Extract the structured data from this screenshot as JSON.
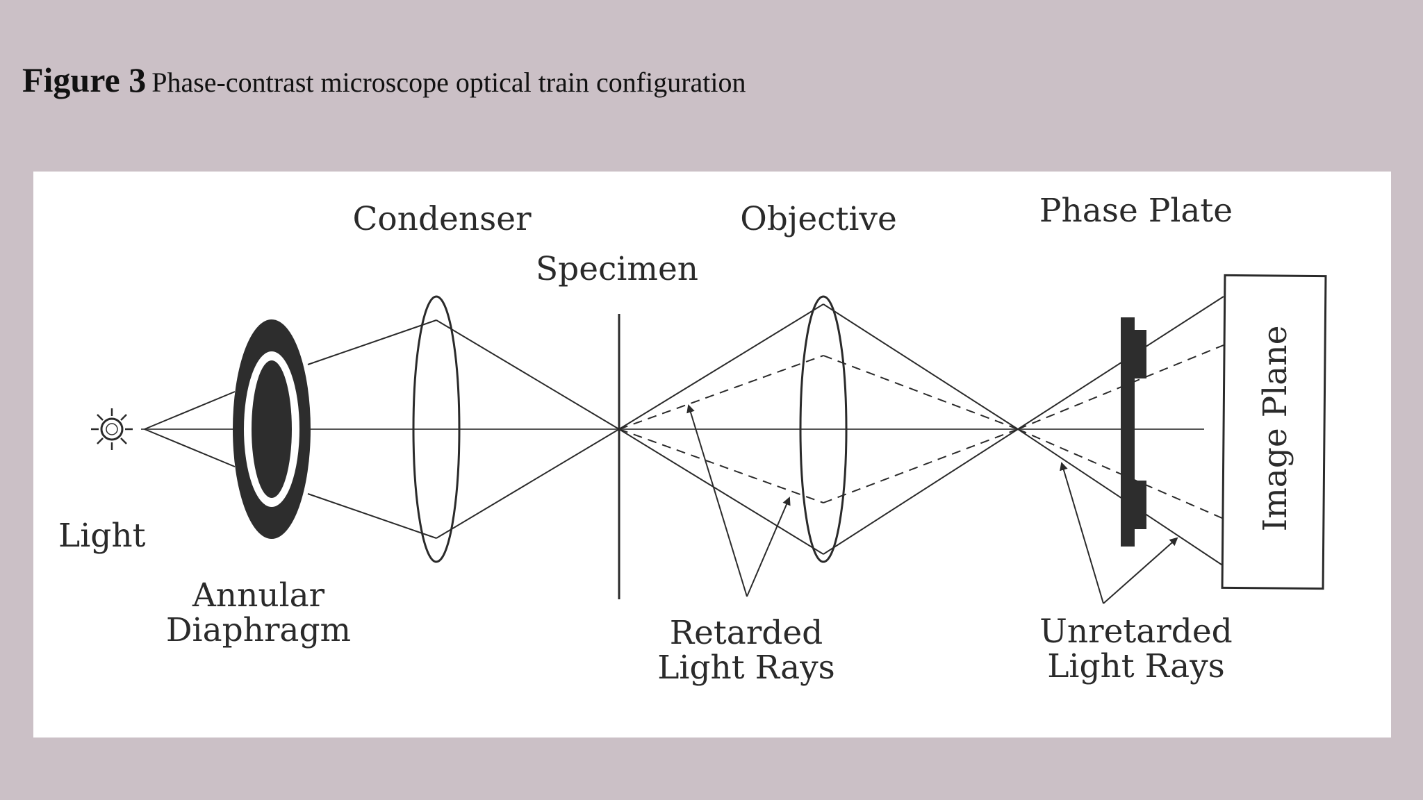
{
  "caption": {
    "figure_label": "Figure 3",
    "figure_title": "Phase-contrast microscope optical train configuration"
  },
  "diagram": {
    "labels": {
      "light": "Light",
      "annular_line1": "Annular",
      "annular_line2": "Diaphragm",
      "condenser": "Condenser",
      "specimen": "Specimen",
      "objective": "Objective",
      "phase_plate": "Phase Plate",
      "image_plane": "Image Plane",
      "retarded_line1": "Retarded",
      "retarded_line2": "Light Rays",
      "unretarded_line1": "Unretarded",
      "unretarded_line2": "Light Rays"
    },
    "colors": {
      "background": "#cbc0c6",
      "panel": "#ffffff",
      "ink": "#2a2a2a"
    }
  }
}
